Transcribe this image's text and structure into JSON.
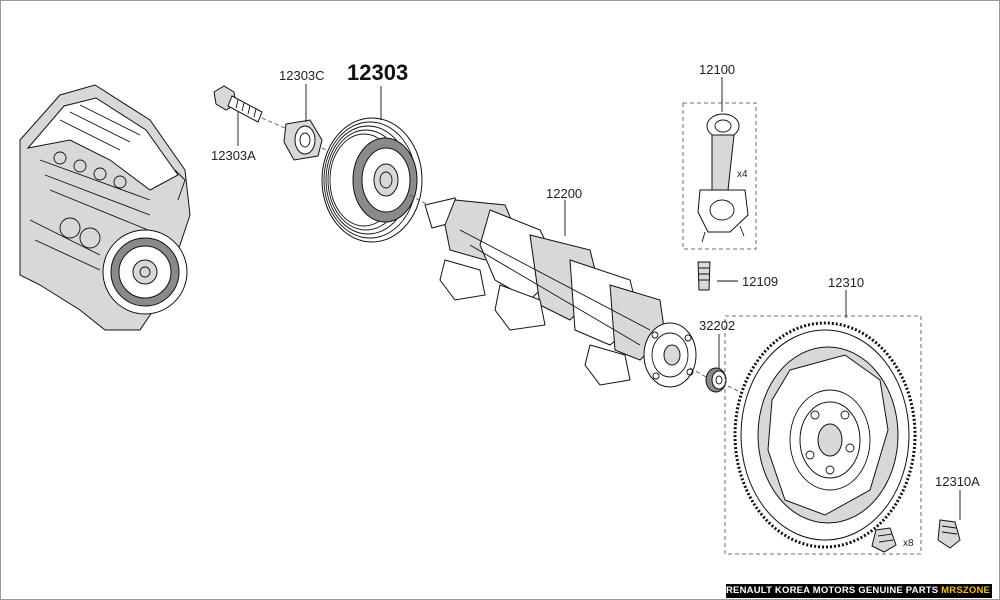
{
  "parts": {
    "p12303": "12303",
    "p12303C": "12303C",
    "p12303A": "12303A",
    "p12100": "12100",
    "p12100_qty": "x4",
    "p12200": "12200",
    "p12109": "12109",
    "p12310": "12310",
    "p32202": "32202",
    "p12310A": "12310A",
    "p12310A_qty": "x8"
  },
  "footer": {
    "text": "RENAULT KOREA MOTORS GENUINE PARTS ",
    "brand": "MRSZONE"
  },
  "colors": {
    "background": "#ffffff",
    "footer_bg": "#000000",
    "footer_text": "#ffffff",
    "brand": "#f5c400"
  }
}
